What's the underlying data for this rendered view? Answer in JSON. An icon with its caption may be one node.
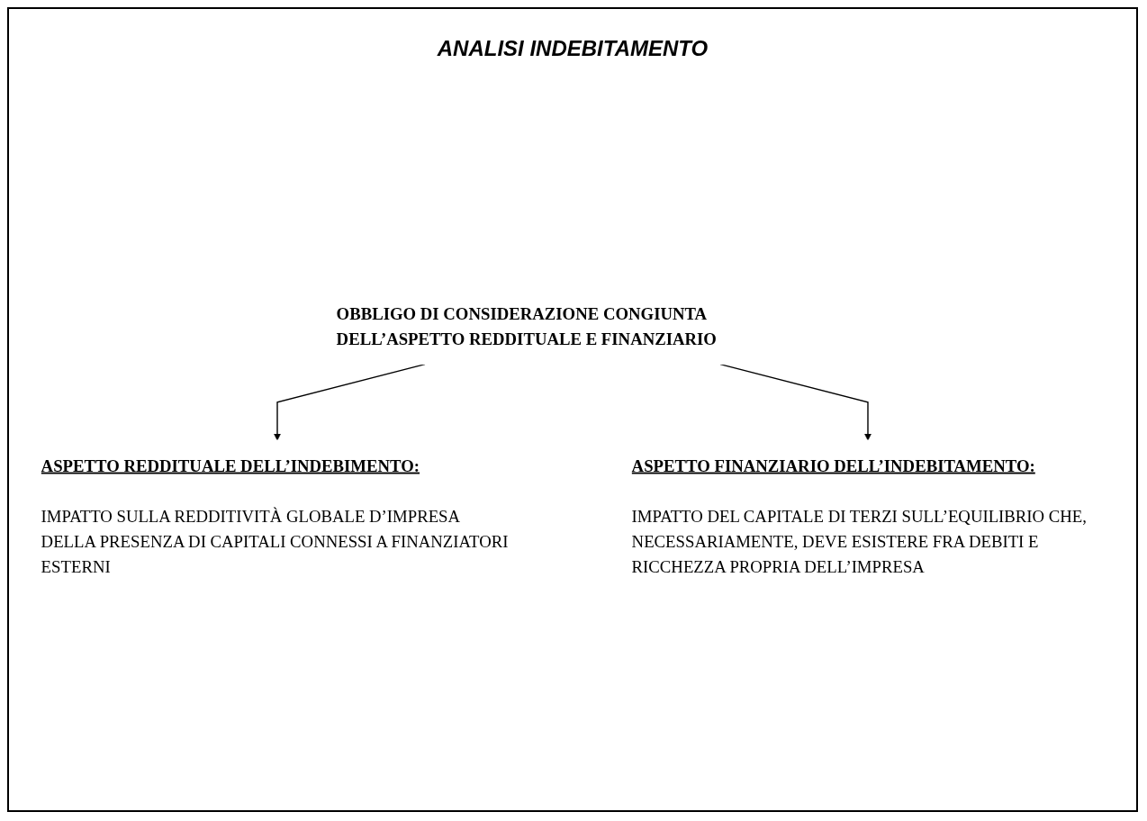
{
  "diagram": {
    "title": "ANALISI INDEBITAMENTO",
    "nodes": [
      {
        "text": [
          "OBBLIGO DI CONSIDERAZIONE CONGIUNTA DELL’ASPETTO REDDITUALE E FINANZIARIO"
        ]
      },
      {
        "text": [
          "ASPETTO REDDITUALE DELL’INDEBIMENTO:",
          "IMPATTO SULLA REDDITIVITÀ GLOBALE D’IMPRESA DELLA PRESENZA DI CAPITALI CONNESSI A FINANZIATORI ESTERNI"
        ]
      },
      {
        "text": [
          "ASPETTO FINANZIARIO DELL’INDEBITAMENTO:",
          "IMPATTO DEL CAPITALE DI TERZI SULL’EQUILIBRIO CHE, NECESSARIAMENTE, DEVE ESISTERE FRA DEBITI E RICCHEZZA PROPRIA DELL’IMPRESA"
        ]
      }
    ],
    "edges": [
      {
        "from": 0,
        "to": 1,
        "arrow": "to"
      },
      {
        "from": 0,
        "to": 2,
        "arrow": "to"
      }
    ]
  }
}
